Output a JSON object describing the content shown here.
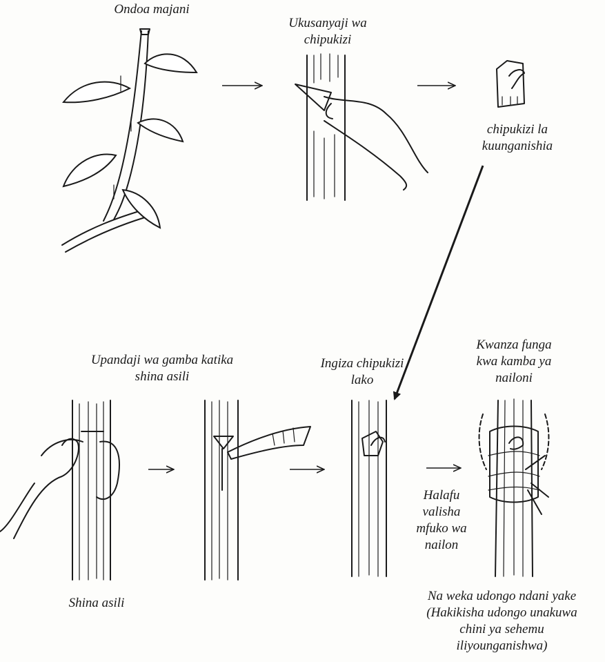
{
  "labels": {
    "remove_leaves": "Ondoa majani",
    "collect_bud": [
      "Ukusanyaji wa",
      "chipukizi"
    ],
    "grafting_bud": [
      "chipukizi la",
      "kuunganishia"
    ],
    "bark_cut": [
      "Upandaji wa gamba katika",
      "shina asili"
    ],
    "insert_bud": [
      "Ingiza chipukizi",
      "lako"
    ],
    "tie_first": [
      "Kwanza funga",
      "kwa kamba ya",
      "nailoni"
    ],
    "then_wrap": [
      "Halafu",
      "valisha",
      "mfuko wa",
      "nailon"
    ],
    "rootstock": "Shina asili",
    "add_soil": [
      "Na weka udongo ndani yake",
      "(Hakikisha udongo unakuwa",
      "chini ya sehemu",
      "iliyounganishwa)"
    ]
  }
}
